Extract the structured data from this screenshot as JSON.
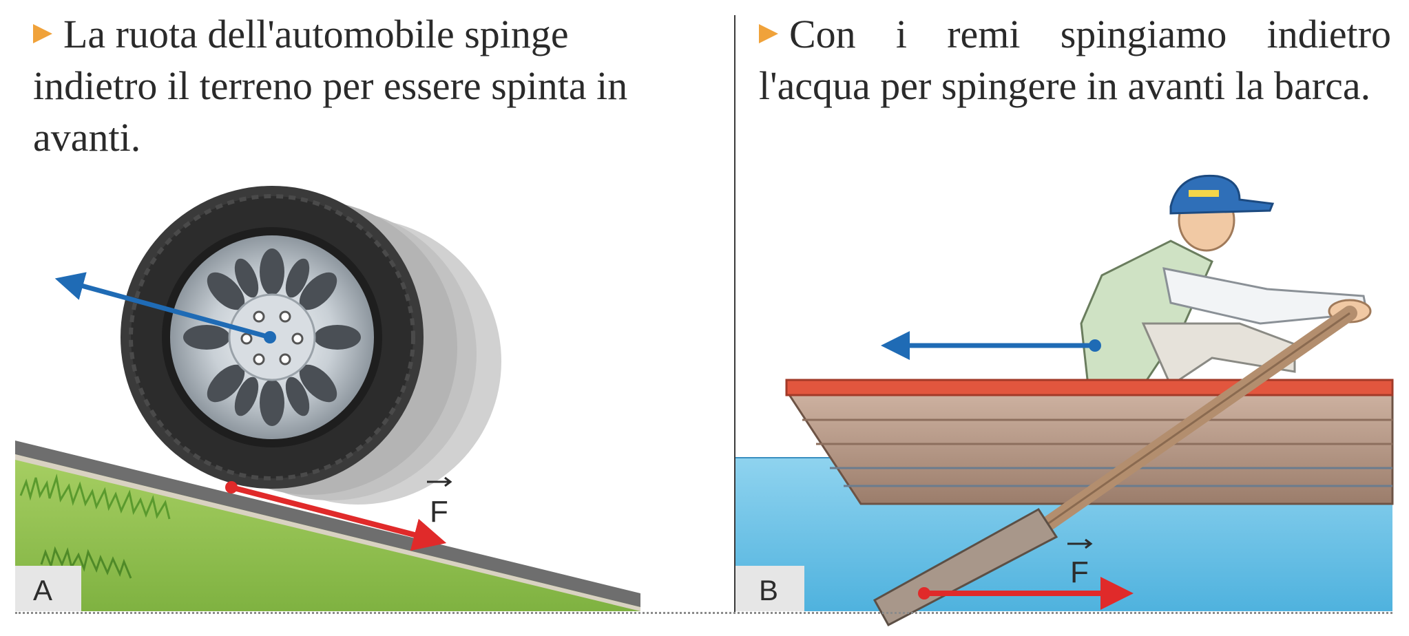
{
  "panels": {
    "a": {
      "caption": "La ruota dell'automobile spinge indietro il terreno per essere spinta in avanti.",
      "label": "A",
      "force_label": "F"
    },
    "b": {
      "caption": "Con i remi spingiamo indietro l'acqua per spingere in avanti la barca.",
      "label": "B",
      "force_label": "F"
    }
  },
  "colors": {
    "marker": "#f0a23a",
    "force_red": "#e02a2a",
    "reaction_blue": "#1f6bb5",
    "water": "#6cc3e6",
    "grass": "#8cc04a",
    "boat_hull": "#b99a86",
    "boat_rim": "#e2563e"
  }
}
